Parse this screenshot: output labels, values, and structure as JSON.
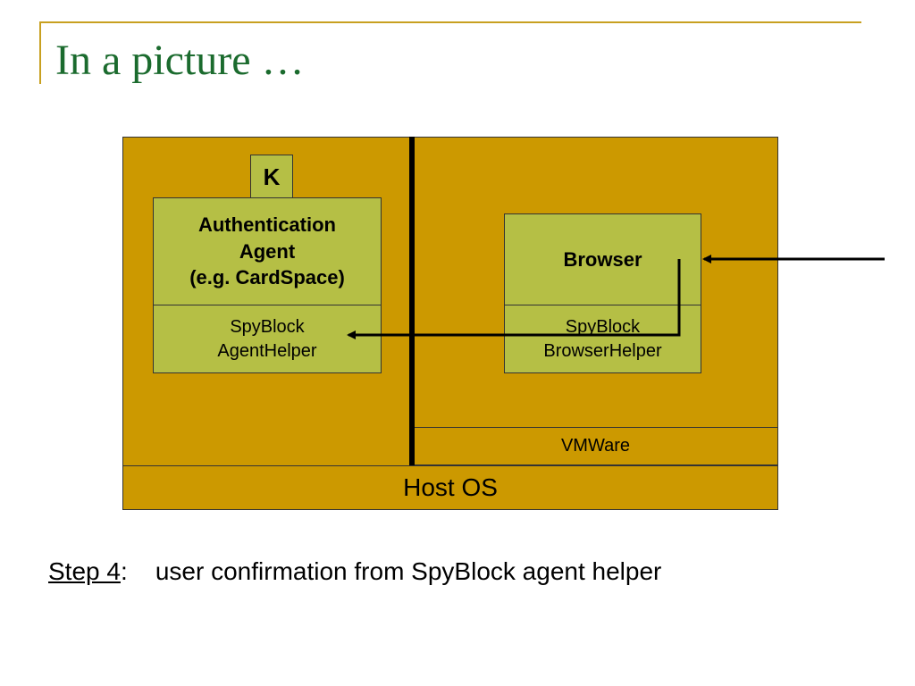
{
  "slide": {
    "title": "In a picture …",
    "accent_color": "#1b6b2e",
    "rule_color": "#c8a020"
  },
  "diagram": {
    "key_label": "K",
    "auth_agent_label": "Authentication\nAgent\n(e.g. CardSpace)",
    "agent_helper_label": "SpyBlock\nAgentHelper",
    "browser_label": "Browser",
    "browser_helper_label": "SpyBlock\nBrowserHelper",
    "vmware_label": "VMWare",
    "host_os_label": "Host OS",
    "box_fill_color": "#b5bf45",
    "container_fill_color": "#cc9900"
  },
  "caption": {
    "step_label": "Step 4",
    "separator": ":    ",
    "text": "user confirmation from SpyBlock agent helper"
  }
}
